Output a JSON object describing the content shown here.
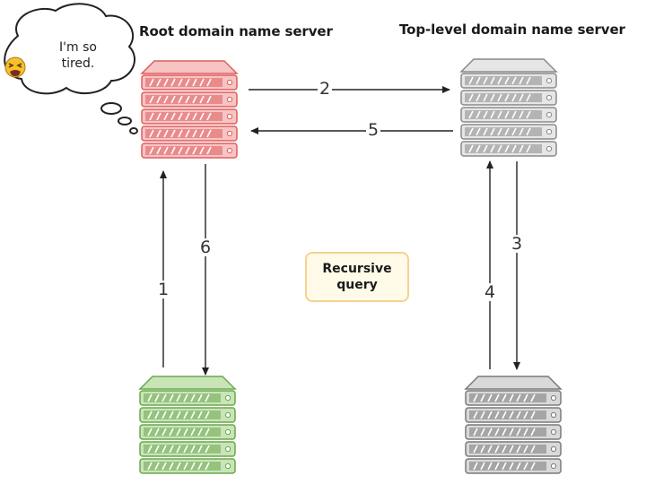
{
  "labels": {
    "root_server": "Root domain name server",
    "tld_server": "Top-level domain name server",
    "recursive_line1": "Recursive",
    "recursive_line2": "query",
    "thought_line1": "I'm so",
    "thought_line2": "tired."
  },
  "steps": [
    "1",
    "2",
    "3",
    "4",
    "5",
    "6"
  ],
  "icons": {
    "emoji": "tired-face-emoji",
    "server": "server-stack-icon"
  },
  "colors": {
    "root_server": "#e05d5d",
    "root_fill": "#f7c4c4",
    "tld_server": "#8a8a8a",
    "tld_fill": "#e6e6e6",
    "local_server": "#6aa84f",
    "local_fill": "#c9e5b8",
    "authoritative_server": "#7a7a7a",
    "authoritative_fill": "#d9d9d9",
    "badge_border": "#f6d28e",
    "badge_fill": "#fffbe8"
  }
}
